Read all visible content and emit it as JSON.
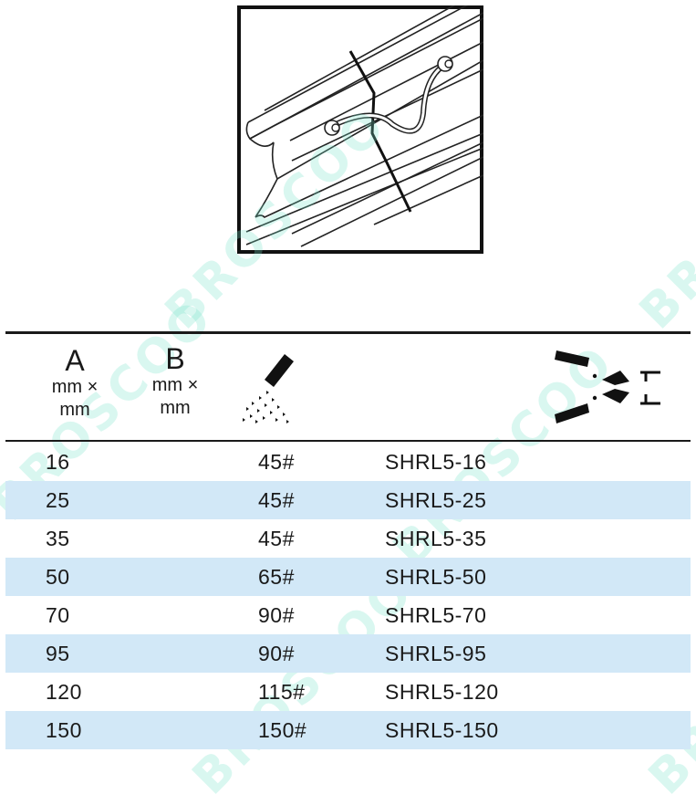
{
  "header": {
    "col_a": {
      "letter": "A",
      "unit_line1": "mm ×",
      "unit_line2": "mm"
    },
    "col_b": {
      "letter": "B",
      "unit_line1": "mm ×",
      "unit_line2": "mm"
    }
  },
  "icons": {
    "illustration": "rail-bond-illustration",
    "abrasive": "abrasive-grit-icon",
    "tool": "crimping-tool-icon"
  },
  "watermark": "BROSCOO",
  "colors": {
    "row_alt": "#d2e8f7",
    "rule": "#1a1a1a",
    "watermark": "#78e1c8"
  },
  "rows": [
    {
      "a": "16",
      "grit": "45#",
      "code": "SHRL5-16"
    },
    {
      "a": "25",
      "grit": "45#",
      "code": "SHRL5-25"
    },
    {
      "a": "35",
      "grit": "45#",
      "code": "SHRL5-35"
    },
    {
      "a": "50",
      "grit": "65#",
      "code": "SHRL5-50"
    },
    {
      "a": "70",
      "grit": "90#",
      "code": "SHRL5-70"
    },
    {
      "a": "95",
      "grit": "90#",
      "code": "SHRL5-95"
    },
    {
      "a": "120",
      "grit": "115#",
      "code": "SHRL5-120"
    },
    {
      "a": "150",
      "grit": "150#",
      "code": "SHRL5-150"
    }
  ]
}
